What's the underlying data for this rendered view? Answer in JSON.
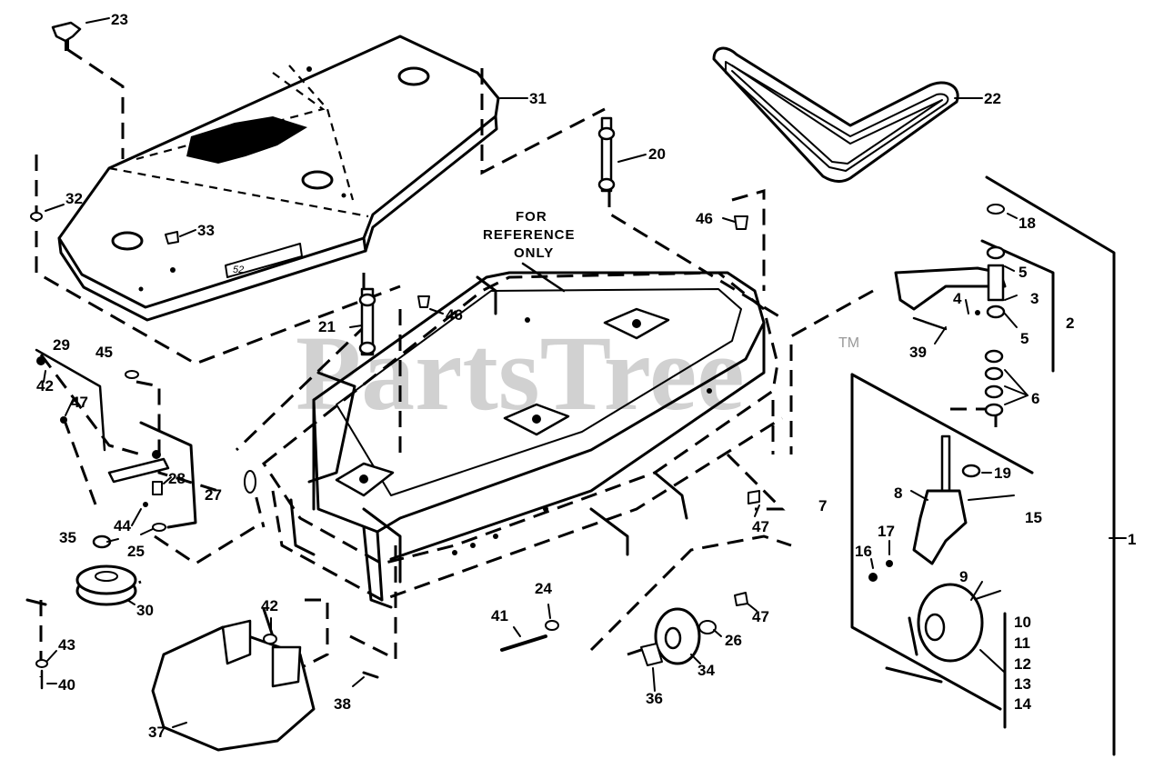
{
  "diagram": {
    "reference_note": [
      "FOR",
      "REFERENCE",
      "ONLY"
    ],
    "deck_label": "52",
    "watermark": "PartsTree",
    "trademark": "TM",
    "callouts": [
      "23",
      "31",
      "22",
      "20",
      "32",
      "33",
      "18",
      "46",
      "2",
      "5",
      "3",
      "4",
      "39",
      "21",
      "46",
      "5",
      "29",
      "45",
      "6",
      "42",
      "47",
      "19",
      "7",
      "8",
      "15",
      "28",
      "27",
      "17",
      "16",
      "1",
      "44",
      "35",
      "25",
      "47",
      "9",
      "30",
      "24",
      "42",
      "41",
      "47",
      "10",
      "26",
      "11",
      "34",
      "43",
      "12",
      "13",
      "40",
      "36",
      "38",
      "14",
      "37"
    ]
  }
}
